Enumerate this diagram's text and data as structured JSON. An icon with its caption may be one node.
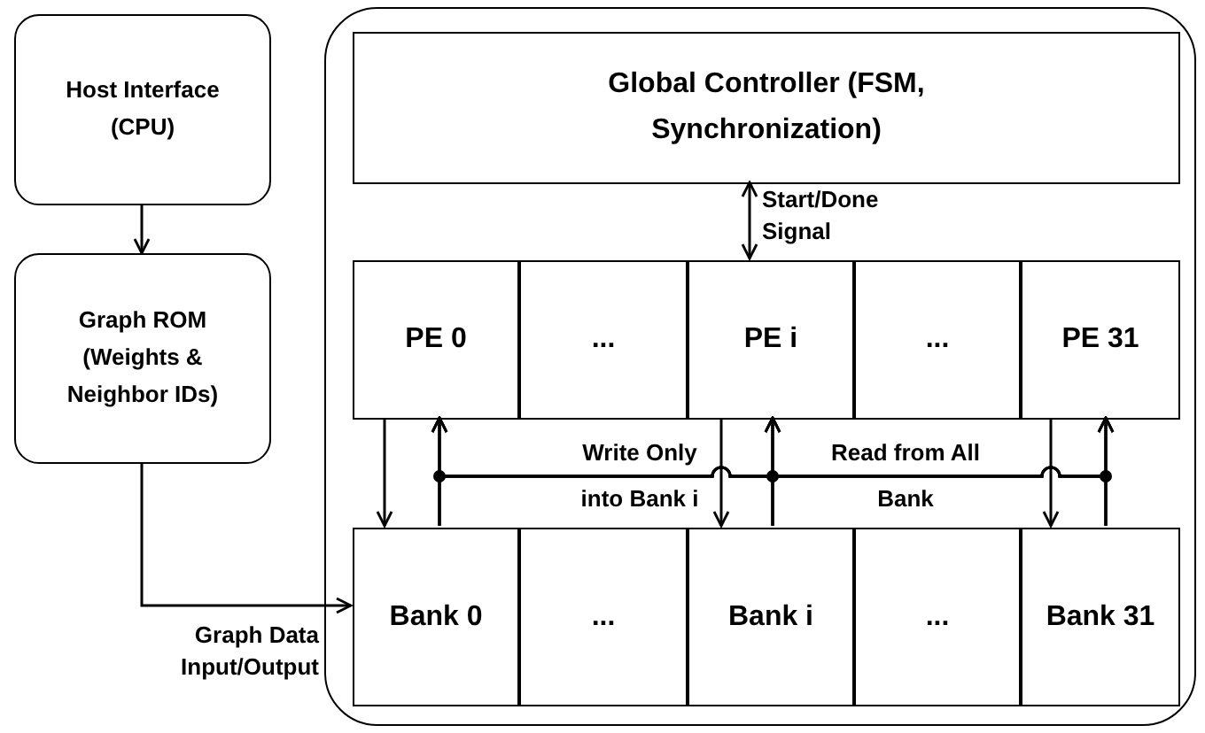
{
  "diagram": {
    "nodes": [
      {
        "text": [
          "Host Interface (CPU)"
        ]
      },
      {
        "text": [
          "Graph ROM (Weights & Neighbor IDs)"
        ]
      },
      {
        "text": [],
        "shape": "box"
      },
      {
        "text": [
          "Global Controller (FSM, Synchronization)"
        ],
        "in": 2
      },
      {
        "text": [
          "PE 0"
        ],
        "in": 2
      },
      {
        "text": [
          "..."
        ],
        "in": 2
      },
      {
        "text": [
          "PE i"
        ],
        "in": 2
      },
      {
        "text": [
          "..."
        ],
        "in": 2
      },
      {
        "text": [
          "PE 31"
        ],
        "in": 2
      },
      {
        "text": [
          "Bank 0"
        ],
        "in": 2
      },
      {
        "text": [
          "..."
        ],
        "in": 2
      },
      {
        "text": [
          "Bank i"
        ],
        "in": 2
      },
      {
        "text": [
          "..."
        ],
        "in": 2
      },
      {
        "text": [
          "Bank 31"
        ],
        "in": 2
      }
    ],
    "edges": [
      {
        "from": 0,
        "to": 1,
        "arrow": "to"
      },
      {
        "from": 1,
        "to": 9,
        "arrow": "to",
        "label": "Graph Data Input/Output"
      },
      {
        "from": 3,
        "to": 6,
        "arrow": "both",
        "label": "Start/Done Signal"
      },
      {
        "from": 4,
        "to": 9,
        "arrow": "to"
      },
      {
        "from": 6,
        "to": 11,
        "arrow": "to"
      },
      {
        "from": 8,
        "to": 13,
        "arrow": "to"
      },
      {
        "from": 9,
        "to": 4,
        "arrow": "to"
      },
      {
        "from": 9,
        "to": 6,
        "arrow": "to"
      },
      {
        "from": 9,
        "to": 8,
        "arrow": "to"
      },
      {
        "from": 11,
        "to": 4,
        "arrow": "to"
      },
      {
        "from": 11,
        "to": 6,
        "arrow": "to"
      },
      {
        "from": 11,
        "to": 8,
        "arrow": "to"
      },
      {
        "from": 13,
        "to": 4,
        "arrow": "to"
      },
      {
        "from": 13,
        "to": 6,
        "arrow": "to"
      },
      {
        "from": 13,
        "to": 8,
        "arrow": "to"
      }
    ],
    "labels": [
      "Write Only into Bank i",
      "Read from All Bank"
    ]
  }
}
